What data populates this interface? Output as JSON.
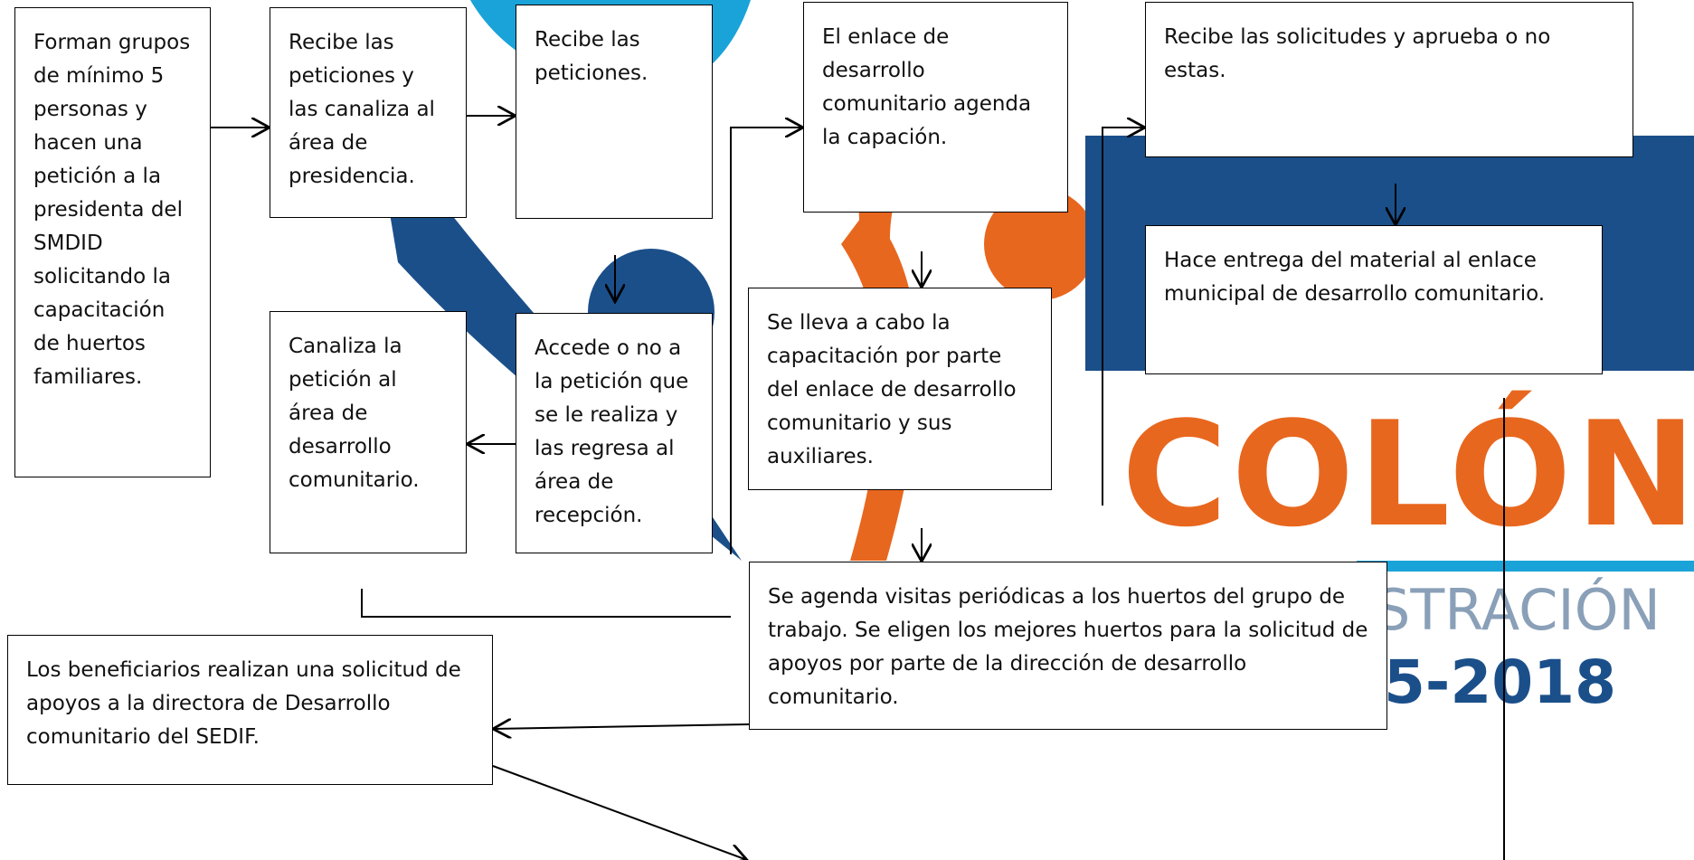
{
  "logo": {
    "word": "COLÓN",
    "admin_fragment": "STRACIÓN",
    "years_fragment": "5-2018",
    "colors": {
      "blue": "#1b4f8a",
      "light_blue": "#1aa3d8",
      "orange": "#e8671e"
    }
  },
  "steps": {
    "s1": "Forman grupos de mínimo 5 personas y hacen una petición a la presidenta del SMDID solicitando la capacitación de huertos familiares.",
    "s2": "Recibe las peticiones y las canaliza al área de presidencia.",
    "s3": "Recibe las peticiones.",
    "s4": "El enlace de desarrollo comunitario agenda la capación.",
    "s5": "Recibe las solicitudes y aprueba o no estas.",
    "s6": "Hace entrega del material al enlace municipal de desarrollo comunitario.",
    "s7": "Accede o no a la petición que se le realiza y las regresa al área de recepción.",
    "s8": "Canaliza la petición al área de desarrollo comunitario.",
    "s9": "Se lleva a cabo la capacitación por parte del enlace de desarrollo comunitario y sus auxiliares.",
    "s10": "Se agenda visitas periódicas a los huertos del grupo de trabajo. Se eligen los mejores huertos para la solicitud de apoyos por parte de la dirección de desarrollo comunitario.",
    "s11": "Los beneficiarios realizan una solicitud de apoyos a la directora de Desarrollo comunitario del SEDIF."
  }
}
